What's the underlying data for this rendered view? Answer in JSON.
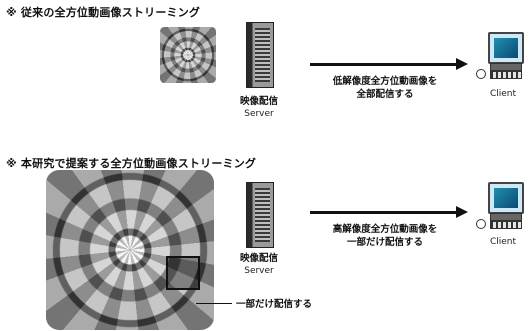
{
  "section1": {
    "heading": "※ 従来の全方位動画像ストリーミング",
    "server_label_jp": "映像配信",
    "server_label_en": "Server",
    "arrow_caption_line1": "低解像度全方位動画像を",
    "arrow_caption_line2": "全部配信する",
    "client_label": "Client"
  },
  "section2": {
    "heading": "※ 本研究で提案する全方位動画像ストリーミング",
    "server_label_jp": "映像配信",
    "server_label_en": "Server",
    "arrow_caption_line1": "高解像度全方位動画像を",
    "arrow_caption_line2": "一部だけ配信する",
    "client_label": "Client",
    "callout_text": "一部だけ配信する"
  },
  "icons": [
    "fisheye-image",
    "server-icon",
    "client-computer-icon"
  ]
}
